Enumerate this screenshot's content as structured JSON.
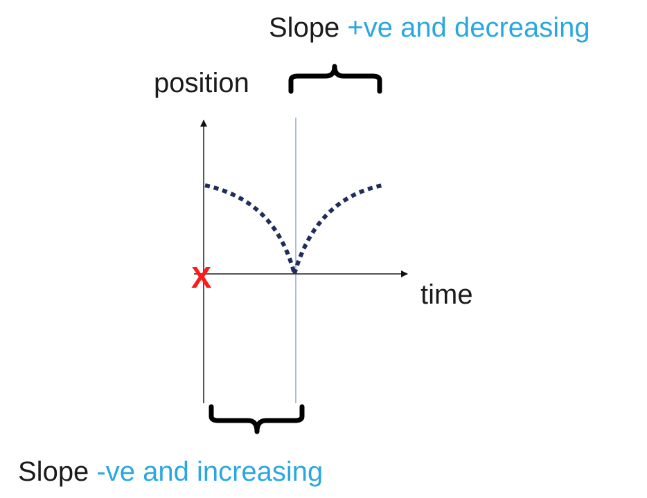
{
  "annotations": {
    "top": {
      "prefix": "Slope ",
      "highlight": "+ve and decreasing"
    },
    "bottom": {
      "prefix": "Slope ",
      "highlight": "-ve and increasing"
    }
  },
  "axes": {
    "y_label": "position",
    "x_label": "time"
  },
  "origin_marker": {
    "symbol": "X",
    "color": "#ff1a1a"
  },
  "colors": {
    "text": "#1a1a1a",
    "highlight": "#2aa7e0",
    "curve": "#1f2d5c",
    "axis": "#555555",
    "divider": "#8fa8cc"
  }
}
